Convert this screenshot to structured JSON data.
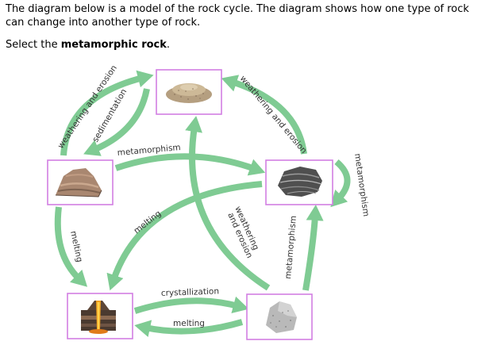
{
  "prompt": "The diagram below is a model of the rock cycle. The diagram shows how one type of rock can change into another type of rock.",
  "instruction": {
    "prefix": "Select the ",
    "bold": "metamorphic rock",
    "suffix": "."
  },
  "colors": {
    "arrow": "#7fcb93",
    "box_border": "#d27fe3",
    "label": "#333333"
  },
  "rocks": [
    {
      "id": "sediment",
      "icon": "sand-pile-icon"
    },
    {
      "id": "sedimentary",
      "icon": "layered-sedimentary-rock-icon"
    },
    {
      "id": "metamorphic",
      "icon": "foliated-metamorphic-rock-icon"
    },
    {
      "id": "magma",
      "icon": "volcano-cross-section-icon"
    },
    {
      "id": "igneous",
      "icon": "granite-igneous-rock-icon"
    }
  ],
  "labels": {
    "weathering_erosion_left": "weathering and erosion",
    "sedimentation": "sedimentation",
    "weathering_erosion_right": "weathering and erosion",
    "metamorphism_top": "metamorphism",
    "metamorphism_loop": "metamorphism",
    "melting_left": "melting",
    "melting_middle": "melting",
    "weathering_center_1": "weathering",
    "weathering_center_2": "and erosion",
    "metamorphism_right": "metamorphism",
    "crystallization": "crystallization",
    "melting_bottom": "melting"
  }
}
